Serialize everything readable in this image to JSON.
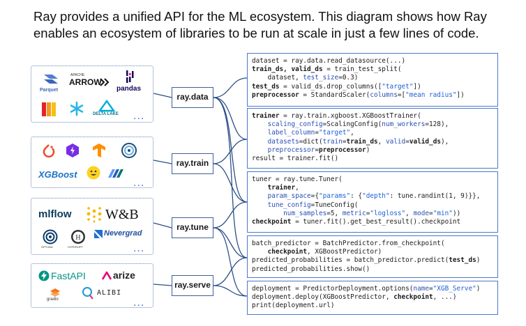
{
  "headline": {
    "line1": "Ray provides a unified API for the ML ecosystem. This diagram shows how Ray",
    "line2": "enables an ecosystem of libraries to be run at scale in just a few lines of code."
  },
  "groups": [
    {
      "ray_label": "ray.data",
      "logos": [
        "Parquet",
        "ARROW",
        "pandas",
        "DELTA LAKE"
      ],
      "logo_small": [
        "APACHE"
      ],
      "more": "...",
      "code": [
        [
          {
            "t": "dataset = ray.data.read_datasource(...)"
          }
        ],
        [
          {
            "t": "train_ds, valid_ds",
            "c": "b"
          },
          {
            "t": " = train_test_split("
          }
        ],
        [
          {
            "t": "    dataset, "
          },
          {
            "t": "test_size",
            "c": "k"
          },
          {
            "t": "=0.3)"
          }
        ],
        [
          {
            "t": "test_ds",
            "c": "b"
          },
          {
            "t": " = valid_ds.drop_columns(["
          },
          {
            "t": "\"target\"",
            "c": "s"
          },
          {
            "t": "])"
          }
        ],
        [
          {
            "t": "preprocessor",
            "c": "b"
          },
          {
            "t": " = StandardScaler("
          },
          {
            "t": "columns",
            "c": "k"
          },
          {
            "t": "=["
          },
          {
            "t": "\"mean radius\"",
            "c": "s"
          },
          {
            "t": "])"
          }
        ]
      ]
    },
    {
      "ray_label": "ray.train",
      "logos": [
        "XGBoost"
      ],
      "more": "...",
      "code": [
        [
          {
            "t": "trainer",
            "c": "b"
          },
          {
            "t": " = ray.train.xgboost.XGBoostTrainer("
          }
        ],
        [
          {
            "t": "    "
          },
          {
            "t": "scaling_config",
            "c": "k"
          },
          {
            "t": "=ScalingConfig("
          },
          {
            "t": "num_workers",
            "c": "k"
          },
          {
            "t": "=128),"
          }
        ],
        [
          {
            "t": "    "
          },
          {
            "t": "label_column",
            "c": "k"
          },
          {
            "t": "="
          },
          {
            "t": "\"target\"",
            "c": "s"
          },
          {
            "t": ","
          }
        ],
        [
          {
            "t": "    "
          },
          {
            "t": "datasets",
            "c": "k"
          },
          {
            "t": "=dict("
          },
          {
            "t": "train",
            "c": "k"
          },
          {
            "t": "="
          },
          {
            "t": "train_ds",
            "c": "b"
          },
          {
            "t": ", "
          },
          {
            "t": "valid",
            "c": "k"
          },
          {
            "t": "="
          },
          {
            "t": "valid_ds",
            "c": "b"
          },
          {
            "t": "),"
          }
        ],
        [
          {
            "t": "    "
          },
          {
            "t": "preprocessor",
            "c": "k"
          },
          {
            "t": "="
          },
          {
            "t": "preprocessor",
            "c": "b"
          },
          {
            "t": ")"
          }
        ],
        [
          {
            "t": "result = trainer.fit()"
          }
        ]
      ]
    },
    {
      "ray_label": "ray.tune",
      "logos": [
        "mlflow",
        "W&B",
        "Nevergrad"
      ],
      "logo_small": [
        "OPTUNA",
        "HYPEROPT"
      ],
      "more": "...",
      "code": [
        [
          {
            "t": "tuner = ray.tune.Tuner("
          }
        ],
        [
          {
            "t": "    "
          },
          {
            "t": "trainer",
            "c": "b"
          },
          {
            "t": ","
          }
        ],
        [
          {
            "t": "    "
          },
          {
            "t": "param_space",
            "c": "k"
          },
          {
            "t": "={"
          },
          {
            "t": "\"params\"",
            "c": "s"
          },
          {
            "t": ": {"
          },
          {
            "t": "\"depth\"",
            "c": "s"
          },
          {
            "t": ": tune.randint(1, 9)}},"
          }
        ],
        [
          {
            "t": "    "
          },
          {
            "t": "tune_config",
            "c": "k"
          },
          {
            "t": "=TuneConfig("
          }
        ],
        [
          {
            "t": "        "
          },
          {
            "t": "num_samples",
            "c": "k"
          },
          {
            "t": "=5, "
          },
          {
            "t": "metric",
            "c": "k"
          },
          {
            "t": "="
          },
          {
            "t": "\"logloss\"",
            "c": "s"
          },
          {
            "t": ", "
          },
          {
            "t": "mode",
            "c": "k"
          },
          {
            "t": "="
          },
          {
            "t": "\"min\"",
            "c": "s"
          },
          {
            "t": "))"
          }
        ],
        [
          {
            "t": "checkpoint",
            "c": "b"
          },
          {
            "t": " = tuner.fit().get_best_result().checkpoint"
          }
        ]
      ]
    },
    {
      "code_only": true,
      "code": [
        [
          {
            "t": "batch_predictor = BatchPredictor.from_checkpoint("
          }
        ],
        [
          {
            "t": "    "
          },
          {
            "t": "checkpoint",
            "c": "b"
          },
          {
            "t": ", XGBoostPredictor)"
          }
        ],
        [
          {
            "t": "predicted_probabilities = batch_predictor.predict("
          },
          {
            "t": "test_ds",
            "c": "b"
          },
          {
            "t": ")"
          }
        ],
        [
          {
            "t": "predicted_probabilities.show()"
          }
        ]
      ]
    },
    {
      "ray_label": "ray.serve",
      "logos": [
        "FastAPI",
        "arize",
        "ALIBI"
      ],
      "logo_small": [
        "gradio"
      ],
      "more": "...",
      "code": [
        [
          {
            "t": "deployment = PredictorDeployment.options("
          },
          {
            "t": "name",
            "c": "k"
          },
          {
            "t": "="
          },
          {
            "t": "\"XGB_Serve\"",
            "c": "s"
          },
          {
            "t": ")"
          }
        ],
        [
          {
            "t": "deployment.deploy(XGBoostPredictor, "
          },
          {
            "t": "checkpoint",
            "c": "b"
          },
          {
            "t": ", ...)"
          }
        ],
        [
          {
            "t": "print(deployment.url)"
          }
        ]
      ]
    }
  ],
  "colors": {
    "code_border": "#4a78c8",
    "ray_border": "#3f5f9a",
    "dotted_border": "#6a86b8",
    "connector": "#2c4f8a"
  }
}
